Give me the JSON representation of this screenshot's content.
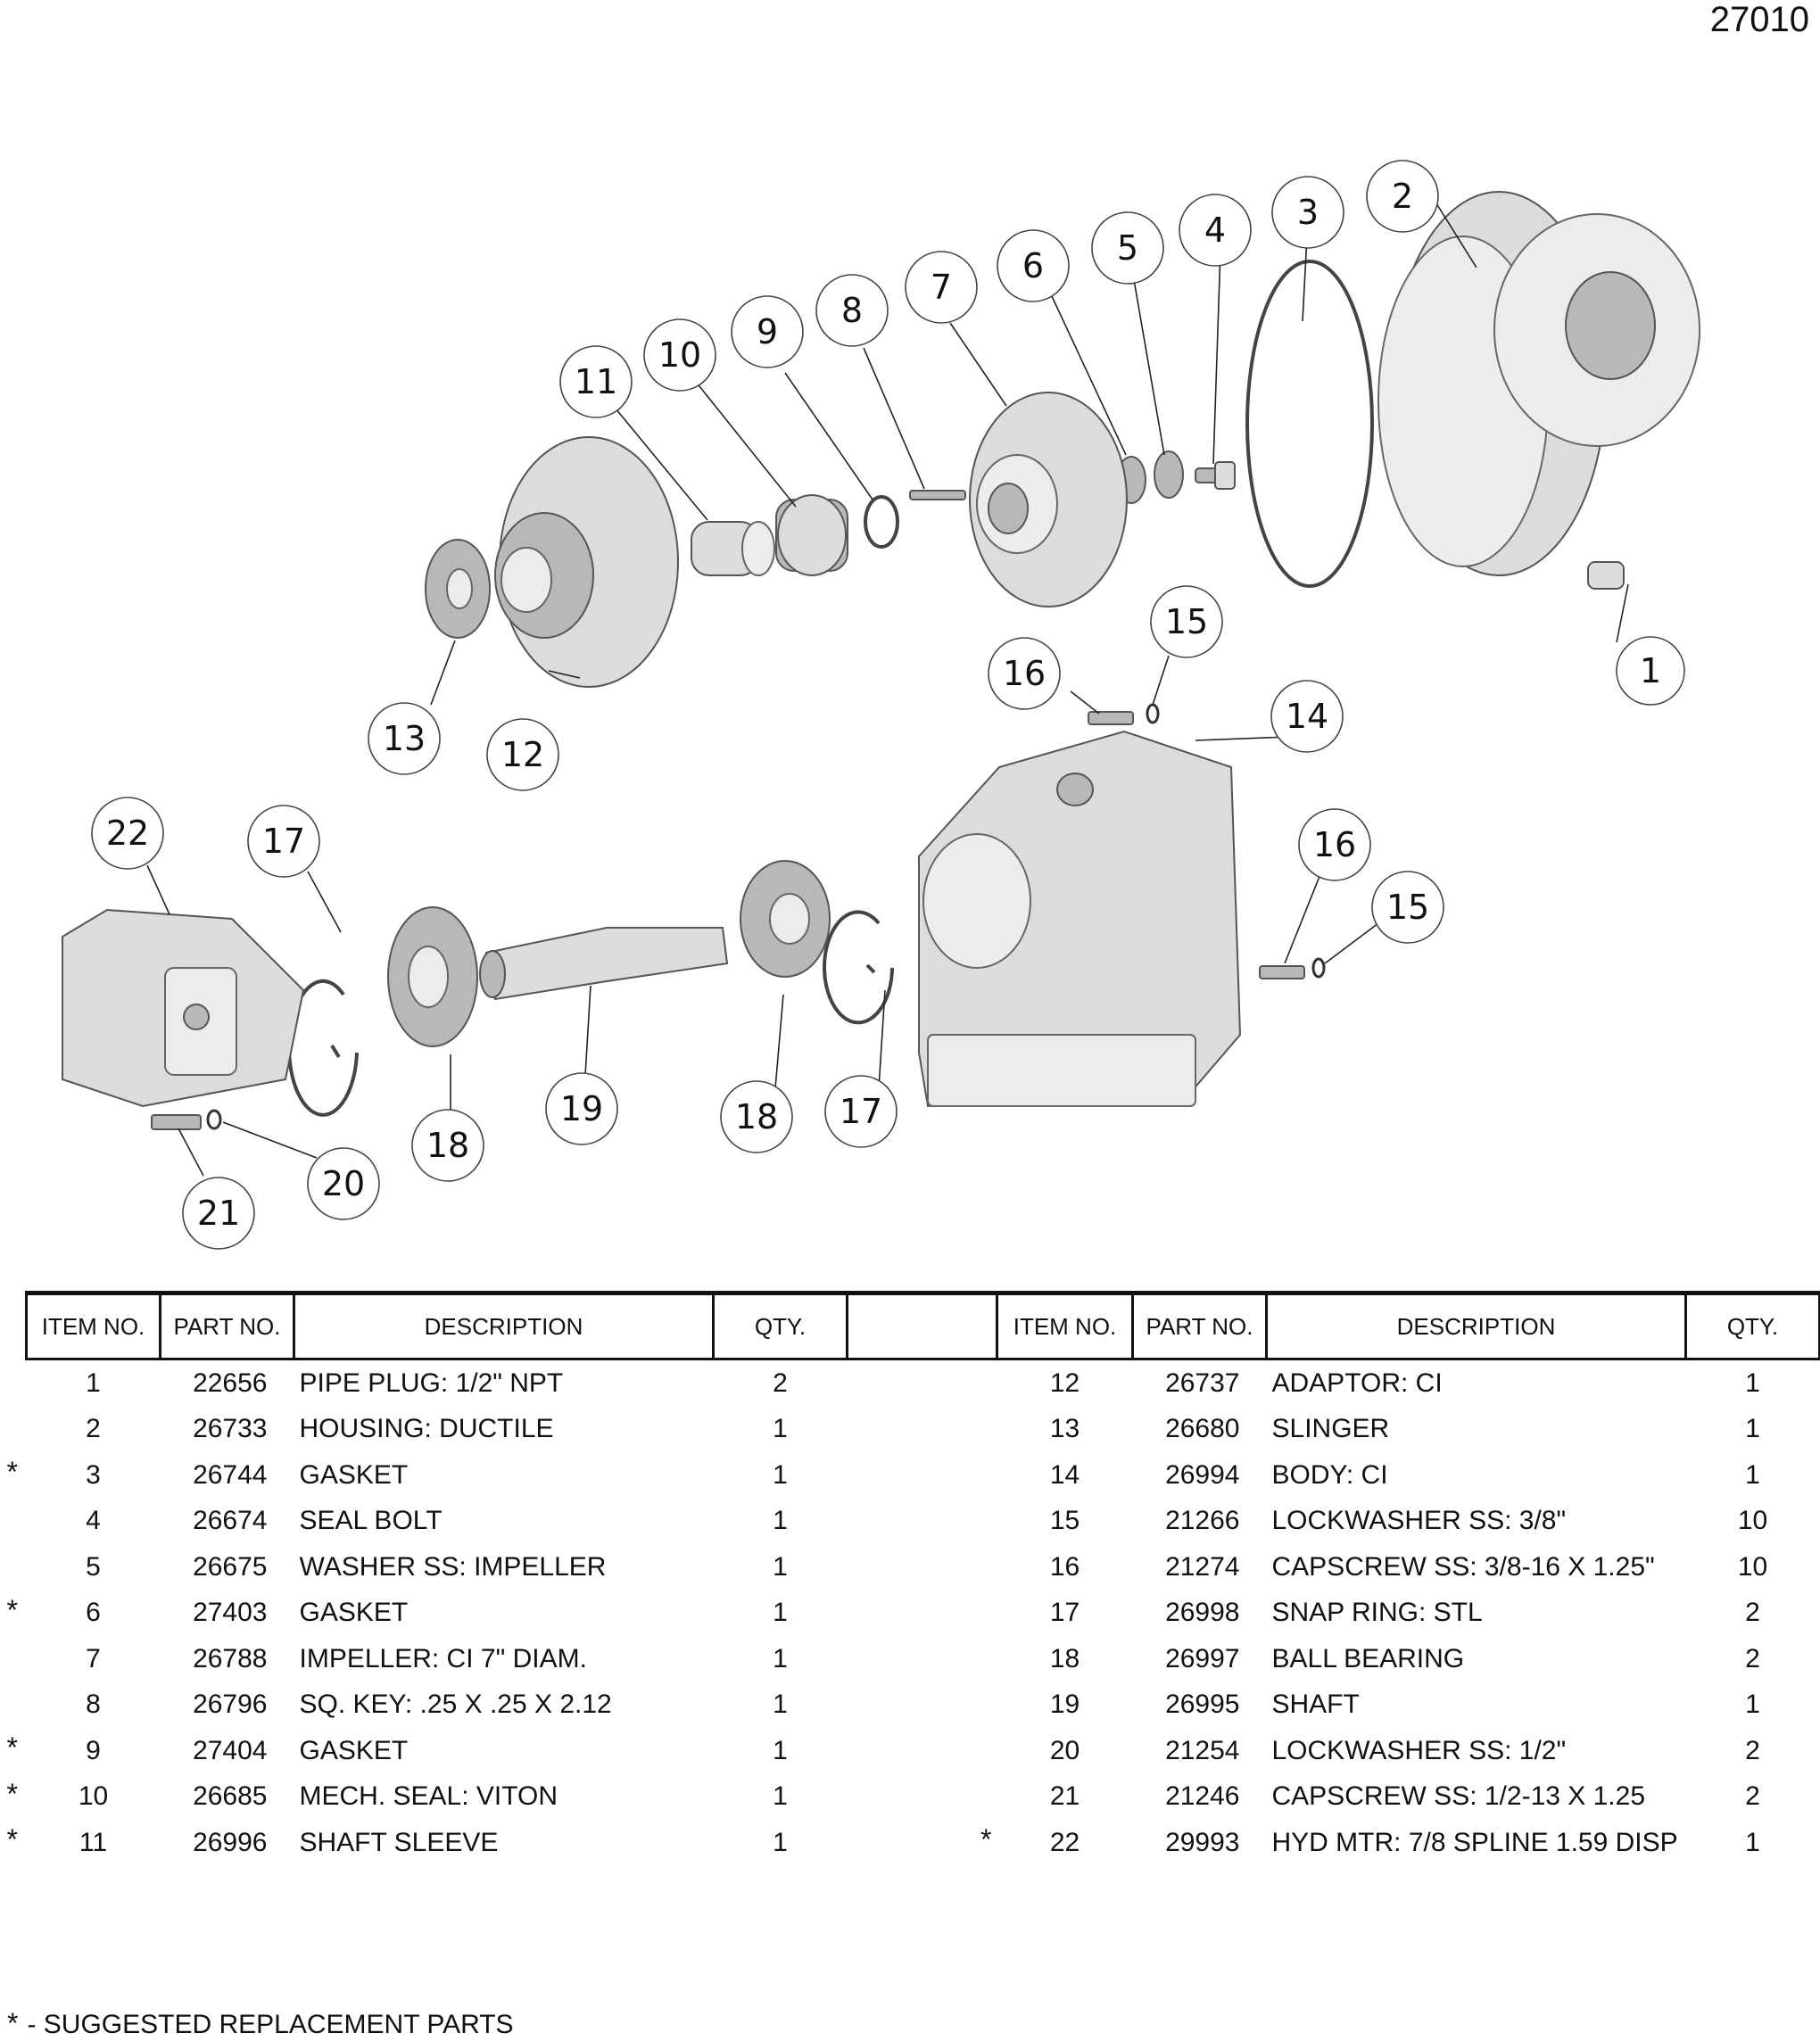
{
  "drawing_number": "27010",
  "callouts": [
    "1",
    "2",
    "3",
    "4",
    "5",
    "6",
    "7",
    "8",
    "9",
    "10",
    "11",
    "12",
    "13",
    "14",
    "15",
    "16",
    "17",
    "18",
    "19",
    "20",
    "21",
    "22"
  ],
  "table": {
    "headers": [
      "ITEM NO.",
      "PART NO.",
      "DESCRIPTION",
      "QTY.",
      "",
      "ITEM NO.",
      "PART NO.",
      "DESCRIPTION",
      "QTY."
    ],
    "left_rows": [
      {
        "star": "",
        "item": "1",
        "part": "22656",
        "desc": "PIPE PLUG: 1/2\" NPT",
        "qty": "2"
      },
      {
        "star": "",
        "item": "2",
        "part": "26733",
        "desc": "HOUSING: DUCTILE",
        "qty": "1"
      },
      {
        "star": "*",
        "item": "3",
        "part": "26744",
        "desc": "GASKET",
        "qty": "1"
      },
      {
        "star": "",
        "item": "4",
        "part": "26674",
        "desc": "SEAL BOLT",
        "qty": "1"
      },
      {
        "star": "",
        "item": "5",
        "part": "26675",
        "desc": "WASHER SS: IMPELLER",
        "qty": "1"
      },
      {
        "star": "*",
        "item": "6",
        "part": "27403",
        "desc": "GASKET",
        "qty": "1"
      },
      {
        "star": "",
        "item": "7",
        "part": "26788",
        "desc": "IMPELLER: CI 7\" DIAM.",
        "qty": "1"
      },
      {
        "star": "",
        "item": "8",
        "part": "26796",
        "desc": "SQ. KEY: .25 X .25 X 2.12",
        "qty": "1"
      },
      {
        "star": "*",
        "item": "9",
        "part": "27404",
        "desc": "GASKET",
        "qty": "1"
      },
      {
        "star": "*",
        "item": "10",
        "part": "26685",
        "desc": "MECH. SEAL: VITON",
        "qty": "1"
      },
      {
        "star": "*",
        "item": "11",
        "part": "26996",
        "desc": "SHAFT SLEEVE",
        "qty": "1"
      }
    ],
    "right_rows": [
      {
        "star": "",
        "item": "12",
        "part": "26737",
        "desc": "ADAPTOR: CI",
        "qty": "1"
      },
      {
        "star": "",
        "item": "13",
        "part": "26680",
        "desc": "SLINGER",
        "qty": "1"
      },
      {
        "star": "",
        "item": "14",
        "part": "26994",
        "desc": "BODY: CI",
        "qty": "1"
      },
      {
        "star": "",
        "item": "15",
        "part": "21266",
        "desc": "LOCKWASHER SS: 3/8\"",
        "qty": "10"
      },
      {
        "star": "",
        "item": "16",
        "part": "21274",
        "desc": "CAPSCREW SS: 3/8-16 X 1.25\"",
        "qty": "10"
      },
      {
        "star": "",
        "item": "17",
        "part": "26998",
        "desc": "SNAP RING: STL",
        "qty": "2"
      },
      {
        "star": "",
        "item": "18",
        "part": "26997",
        "desc": "BALL BEARING",
        "qty": "2"
      },
      {
        "star": "",
        "item": "19",
        "part": "26995",
        "desc": "SHAFT",
        "qty": "1"
      },
      {
        "star": "",
        "item": "20",
        "part": "21254",
        "desc": "LOCKWASHER SS: 1/2\"",
        "qty": "2"
      },
      {
        "star": "",
        "item": "21",
        "part": "21246",
        "desc": "CAPSCREW SS: 1/2-13 X 1.25",
        "qty": "2"
      },
      {
        "star": "*",
        "item": "22",
        "part": "29993",
        "desc": "HYD MTR: 7/8 SPLINE 1.59 DISP",
        "qty": "1"
      }
    ]
  },
  "footnote": {
    "star": "*",
    "text": "- SUGGESTED REPLACEMENT PARTS"
  }
}
